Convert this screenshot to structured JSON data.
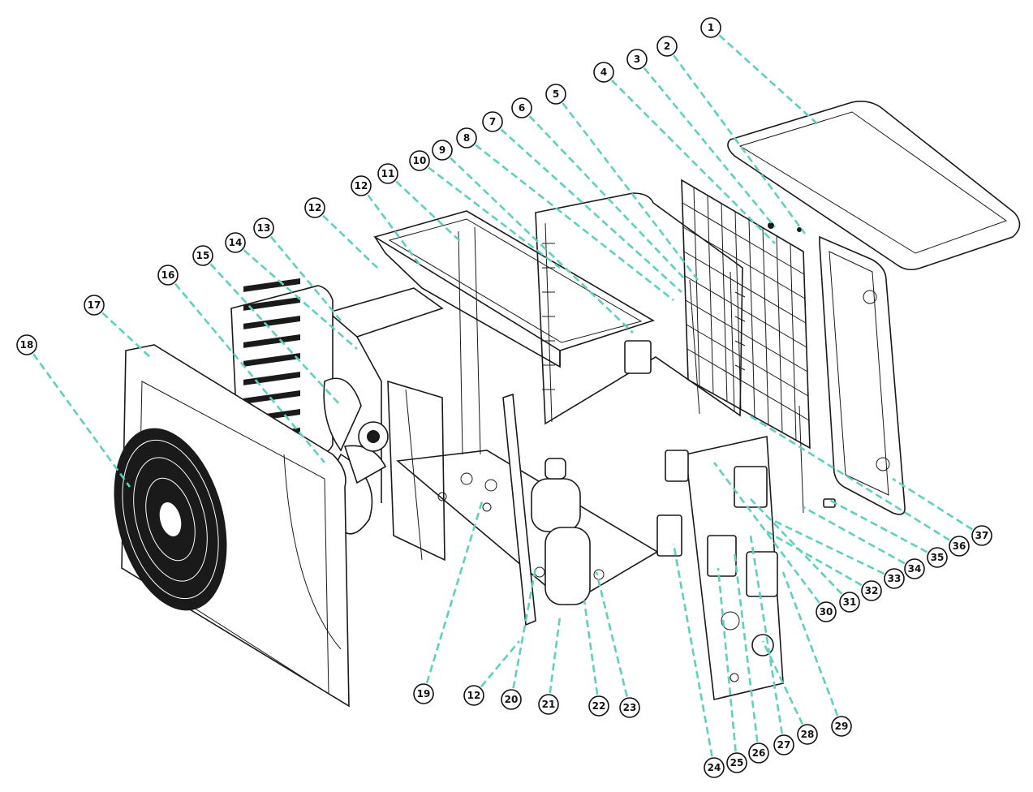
{
  "diagram": {
    "callouts": [
      {
        "label": "1"
      },
      {
        "label": "2"
      },
      {
        "label": "3"
      },
      {
        "label": "4"
      },
      {
        "label": "5"
      },
      {
        "label": "6"
      },
      {
        "label": "7"
      },
      {
        "label": "8"
      },
      {
        "label": "9"
      },
      {
        "label": "10"
      },
      {
        "label": "11"
      },
      {
        "label": "12"
      },
      {
        "label": "12"
      },
      {
        "label": "13"
      },
      {
        "label": "14"
      },
      {
        "label": "15"
      },
      {
        "label": "16"
      },
      {
        "label": "17"
      },
      {
        "label": "18"
      },
      {
        "label": "19"
      },
      {
        "label": "12"
      },
      {
        "label": "20"
      },
      {
        "label": "21"
      },
      {
        "label": "22"
      },
      {
        "label": "23"
      },
      {
        "label": "24"
      },
      {
        "label": "25"
      },
      {
        "label": "26"
      },
      {
        "label": "27"
      },
      {
        "label": "28"
      },
      {
        "label": "29"
      },
      {
        "label": "30"
      },
      {
        "label": "31"
      },
      {
        "label": "32"
      },
      {
        "label": "33"
      },
      {
        "label": "34"
      },
      {
        "label": "35"
      },
      {
        "label": "36"
      },
      {
        "label": "37"
      }
    ],
    "colors": {
      "leader": "#5fd0bd",
      "line": "#1a1a1a",
      "background": "#ffffff"
    }
  }
}
